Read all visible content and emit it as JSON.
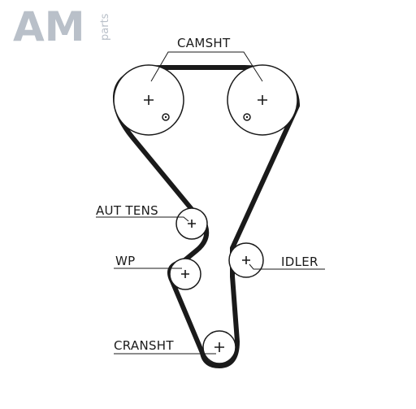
{
  "logo": {
    "main_text": "AM",
    "sub_text": "parts",
    "color": "#b9c0c9"
  },
  "diagram": {
    "belt_color": "#1a1a1a",
    "labels": {
      "camshaft": "CAMSHT",
      "tensioner": "AUT TENS",
      "water_pump": "WP",
      "idler": "IDLER",
      "crankshaft": "CRANSHT"
    }
  }
}
